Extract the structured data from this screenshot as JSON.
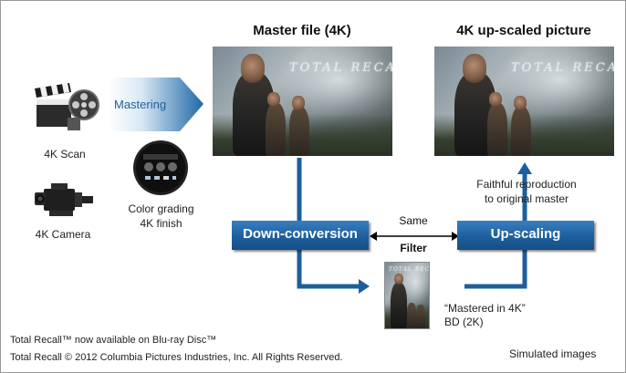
{
  "headings": {
    "master": "Master file (4K)",
    "upscaled": "4K up-scaled picture"
  },
  "sources": {
    "scan_label": "4K Scan",
    "camera_label": "4K Camera",
    "mastering_label": "Mastering",
    "grading_line1": "Color grading",
    "grading_line2": "4K finish"
  },
  "poster": {
    "title_text": "TOTAL RECALL"
  },
  "process": {
    "down_label": "Down-conversion",
    "up_label": "Up-scaling",
    "same_label": "Same",
    "filter_label": "Filter",
    "faithful_line1": "Faithful reproduction",
    "faithful_line2": "to original master"
  },
  "bd": {
    "line1": "“Mastered in 4K”",
    "line2": "BD (2K)"
  },
  "footer": {
    "line1": "Total Recall™ now available on Blu-ray Disc™",
    "line2": "Total Recall © 2012 Columbia Pictures Industries, Inc. All Rights Reserved.",
    "simulated": "Simulated images"
  },
  "colors": {
    "flow_blue": "#1d5f9d",
    "arrow_teal": "#3b8ac0"
  }
}
